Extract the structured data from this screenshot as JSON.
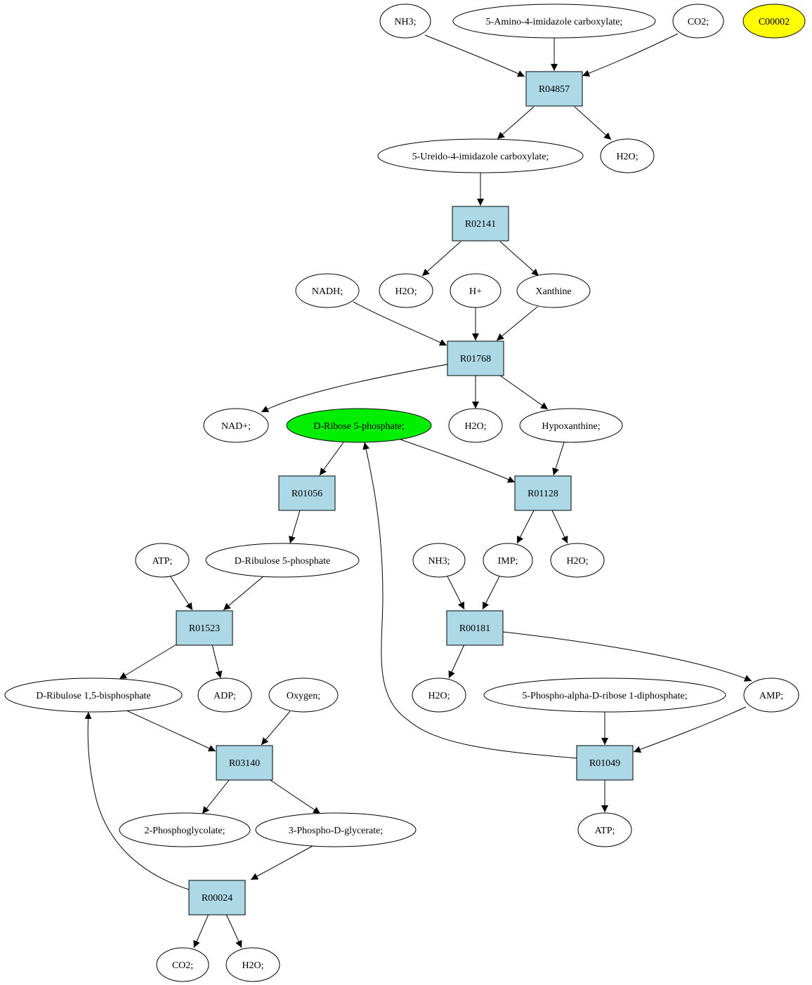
{
  "nodes": {
    "nh3_1": "NH3;",
    "aica": "5-Amino-4-imidazole carboxylate;",
    "co2_1": "CO2;",
    "c00002": "C00002",
    "r04857": "R04857",
    "uica": "5-Ureido-4-imidazole carboxylate;",
    "h2o_1": "H2O;",
    "r02141": "R02141",
    "nadh": "NADH;",
    "h2o_2": "H2O;",
    "hplus": "H+",
    "xanthine": "Xanthine",
    "r01768": "R01768",
    "nadplus": "NAD+;",
    "r5p": "D-Ribose 5-phosphate;",
    "h2o_3": "H2O;",
    "hypoxanthine": "Hypoxanthine;",
    "r01056": "R01056",
    "r01128": "R01128",
    "atp_1": "ATP;",
    "ru5p": "D-Ribulose 5-phosphate",
    "nh3_2": "NH3;",
    "imp": "IMP;",
    "h2o_4": "H2O;",
    "r01523": "R01523",
    "r00181": "R00181",
    "rubp": "D-Ribulose 1,5-bisphosphate",
    "adp": "ADP;",
    "oxygen": "Oxygen;",
    "h2o_5": "H2O;",
    "prpp": "5-Phospho-alpha-D-ribose 1-diphosphate;",
    "amp": "AMP;",
    "r03140": "R03140",
    "r01049": "R01049",
    "pglycolate": "2-Phosphoglycolate;",
    "pga": "3-Phospho-D-glycerate;",
    "atp_2": "ATP;",
    "r00024": "R00024",
    "co2_2": "CO2;",
    "h2o_6": "H2O;"
  },
  "colors": {
    "reaction_fill": "#add8e6",
    "highlight_green": "#00ee00",
    "highlight_yellow": "#ffff00"
  }
}
